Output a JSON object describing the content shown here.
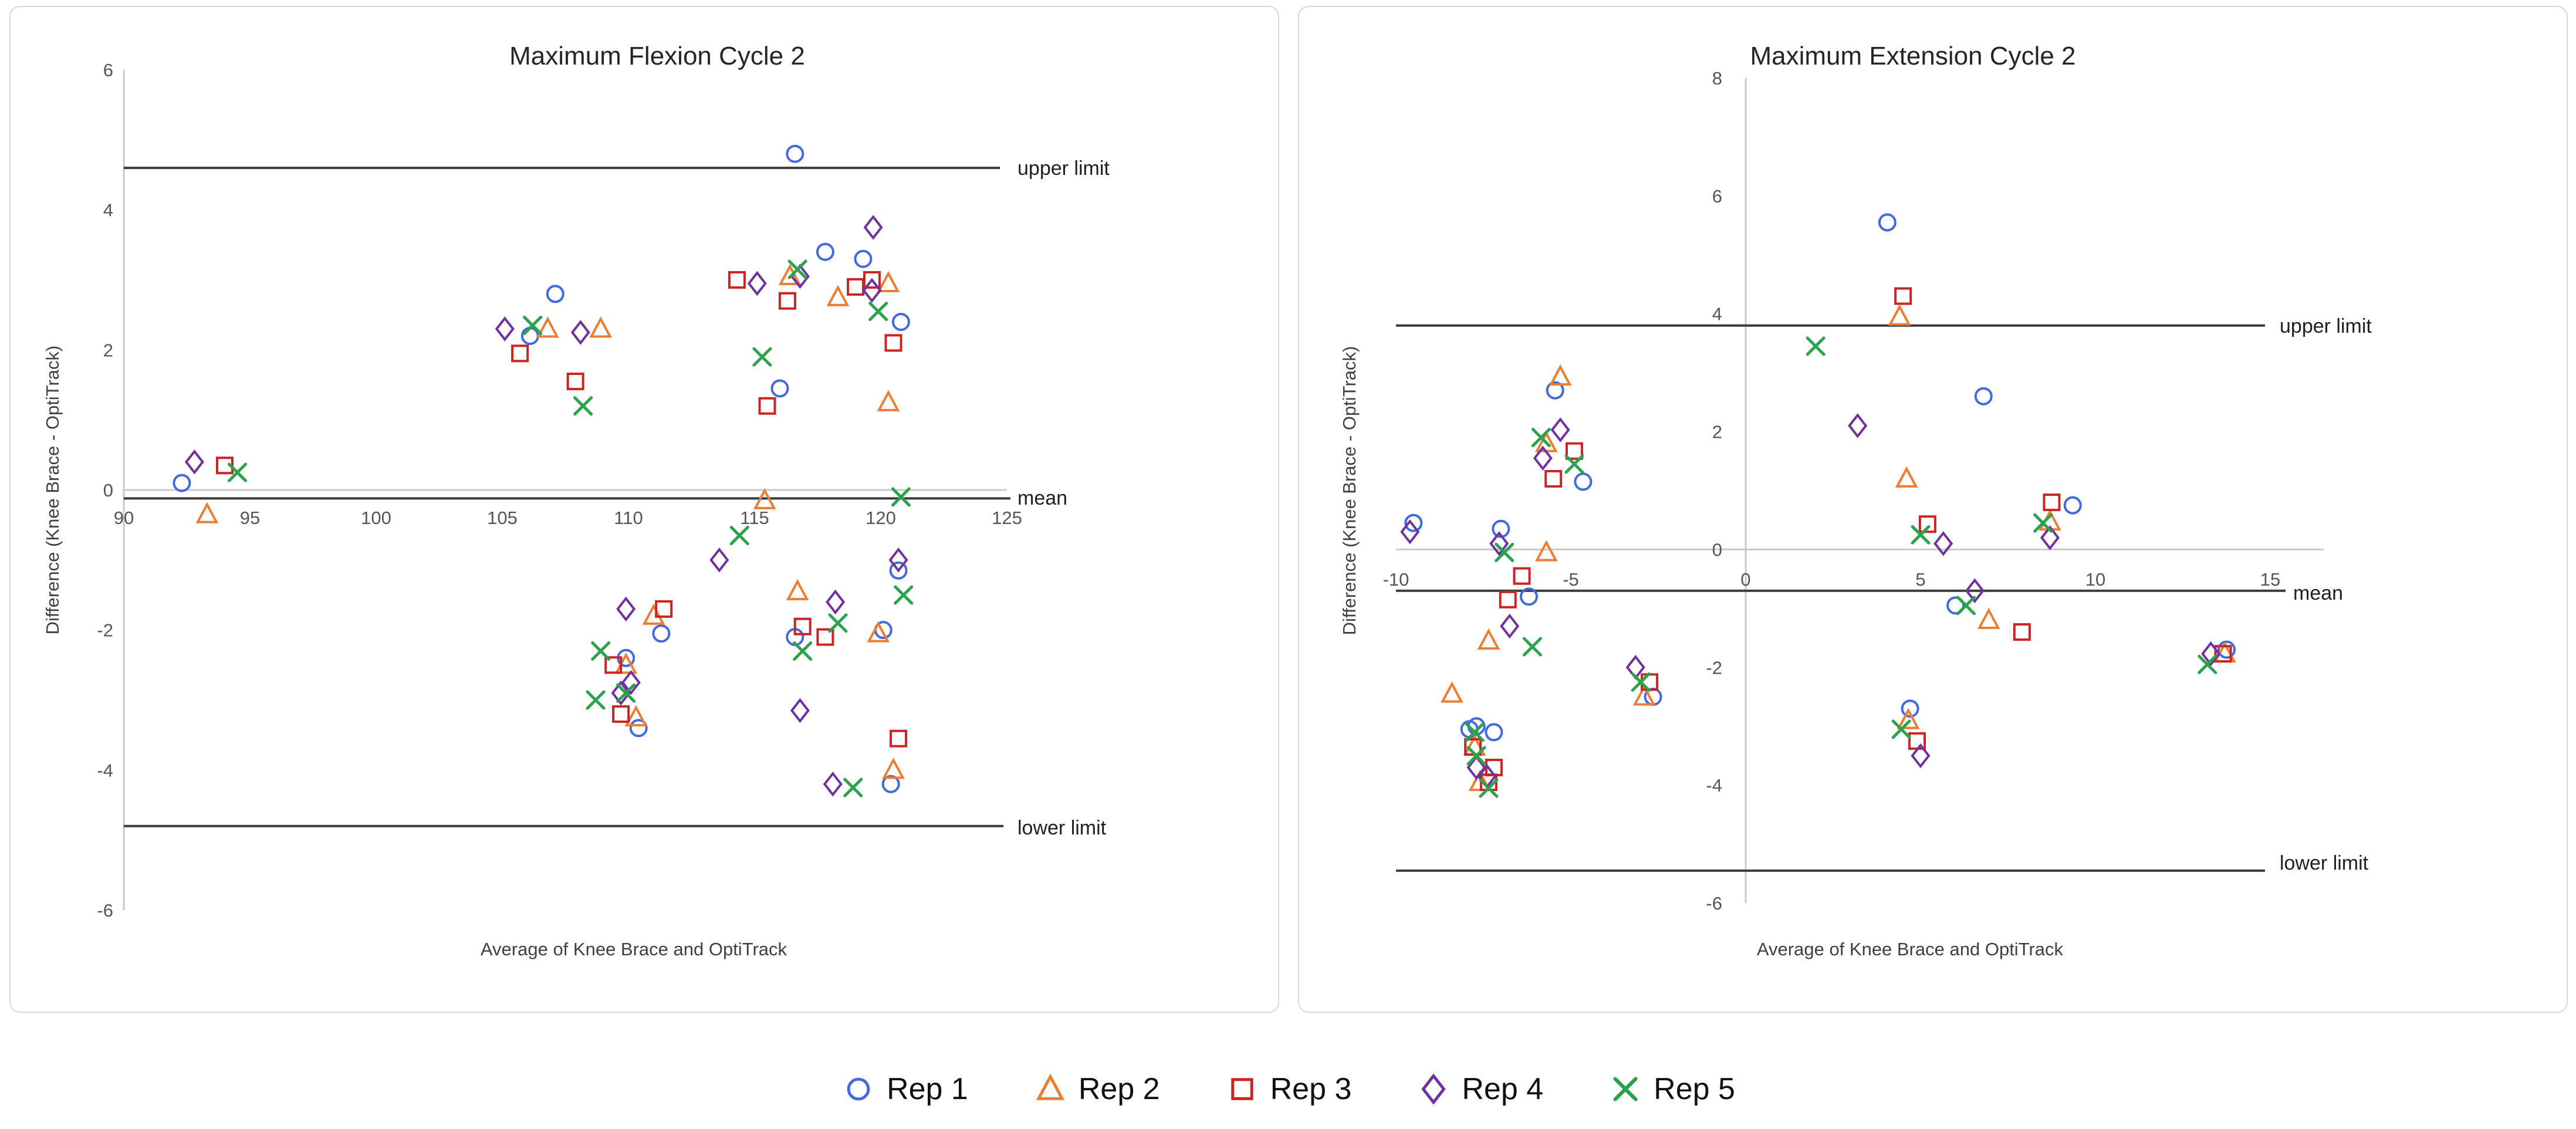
{
  "figure": {
    "background": "#ffffff",
    "accent_colors": {
      "rep1_blue": "#4169E1",
      "rep2_orange": "#ED7D31",
      "rep3_red": "#CB2424",
      "rep4_purple": "#7030A0",
      "rep5_green": "#2AA34C"
    }
  },
  "legend": {
    "items": [
      {
        "label": "Rep 1",
        "marker": "circle",
        "color": "#4169E1"
      },
      {
        "label": "Rep 2",
        "marker": "triangle",
        "color": "#ED7D31"
      },
      {
        "label": "Rep 3",
        "marker": "square",
        "color": "#CB2424"
      },
      {
        "label": "Rep 4",
        "marker": "diamond",
        "color": "#7030A0"
      },
      {
        "label": "Rep 5",
        "marker": "x",
        "color": "#2AA34C"
      }
    ]
  },
  "chart_data": [
    {
      "type": "scatter",
      "title": "Maximum Flexion Cycle 2",
      "xlabel": "Average of Knee Brace and OptiTrack",
      "ylabel": "Difference (Knee Brace - OptiTrack)",
      "xlim": [
        90,
        125
      ],
      "ylim": [
        -6,
        6
      ],
      "x_ticks": [
        90,
        95,
        100,
        105,
        110,
        115,
        120,
        125
      ],
      "y_ticks": [
        6,
        4,
        2,
        0,
        -2,
        -4,
        -6
      ],
      "grid": false,
      "lines": {
        "upper_limit": 4.6,
        "mean": -0.12,
        "lower_limit": -4.8
      },
      "line_labels": {
        "upper": "upper limit",
        "mean": "mean",
        "lower": "lower limit"
      },
      "series": [
        {
          "name": "Rep 1",
          "marker": "circle",
          "color": "#4169E1",
          "points": [
            [
              92.3,
              0.1
            ],
            [
              106.1,
              2.2
            ],
            [
              107.1,
              2.8
            ],
            [
              109.9,
              -2.4
            ],
            [
              110.4,
              -3.4
            ],
            [
              111.3,
              -2.05
            ],
            [
              116.0,
              1.45
            ],
            [
              116.6,
              4.8
            ],
            [
              116.6,
              -2.1
            ],
            [
              117.8,
              3.4
            ],
            [
              119.3,
              3.3
            ],
            [
              120.1,
              -2.0
            ],
            [
              120.4,
              -4.2
            ],
            [
              120.7,
              -1.15
            ],
            [
              120.8,
              2.4
            ]
          ]
        },
        {
          "name": "Rep 2",
          "marker": "triangle",
          "color": "#ED7D31",
          "points": [
            [
              93.3,
              -0.35
            ],
            [
              106.8,
              2.3
            ],
            [
              108.9,
              2.3
            ],
            [
              109.9,
              -2.5
            ],
            [
              110.3,
              -3.25
            ],
            [
              111.0,
              -1.8
            ],
            [
              115.4,
              -0.15
            ],
            [
              116.4,
              3.05
            ],
            [
              116.7,
              -1.45
            ],
            [
              118.3,
              2.75
            ],
            [
              119.9,
              -2.05
            ],
            [
              120.3,
              2.95
            ],
            [
              120.3,
              1.25
            ],
            [
              120.5,
              -4.0
            ]
          ]
        },
        {
          "name": "Rep 3",
          "marker": "square",
          "color": "#CB2424",
          "points": [
            [
              94.0,
              0.35
            ],
            [
              105.7,
              1.95
            ],
            [
              107.9,
              1.55
            ],
            [
              109.4,
              -2.5
            ],
            [
              109.7,
              -3.2
            ],
            [
              111.4,
              -1.7
            ],
            [
              114.3,
              3.0
            ],
            [
              115.5,
              1.2
            ],
            [
              116.3,
              2.7
            ],
            [
              116.9,
              -1.95
            ],
            [
              117.8,
              -2.1
            ],
            [
              119.0,
              2.9
            ],
            [
              119.65,
              3.0
            ],
            [
              120.5,
              2.1
            ],
            [
              120.7,
              -3.55
            ]
          ]
        },
        {
          "name": "Rep 4",
          "marker": "diamond",
          "color": "#7030A0",
          "points": [
            [
              92.8,
              0.4
            ],
            [
              105.1,
              2.3
            ],
            [
              108.1,
              2.25
            ],
            [
              109.7,
              -2.9
            ],
            [
              109.9,
              -1.7
            ],
            [
              110.1,
              -2.75
            ],
            [
              113.6,
              -1.0
            ],
            [
              115.1,
              2.95
            ],
            [
              116.8,
              3.05
            ],
            [
              116.8,
              -3.15
            ],
            [
              118.1,
              -4.2
            ],
            [
              118.2,
              -1.6
            ],
            [
              119.65,
              2.85
            ],
            [
              119.7,
              3.75
            ],
            [
              120.7,
              -1.0
            ]
          ]
        },
        {
          "name": "Rep 5",
          "marker": "x",
          "color": "#2AA34C",
          "points": [
            [
              94.5,
              0.25
            ],
            [
              106.2,
              2.35
            ],
            [
              108.2,
              1.2
            ],
            [
              108.7,
              -3.0
            ],
            [
              108.9,
              -2.3
            ],
            [
              109.9,
              -2.9
            ],
            [
              114.4,
              -0.65
            ],
            [
              115.3,
              1.9
            ],
            [
              116.7,
              3.15
            ],
            [
              116.9,
              -2.3
            ],
            [
              118.3,
              -1.9
            ],
            [
              118.9,
              -4.25
            ],
            [
              119.9,
              2.55
            ],
            [
              120.8,
              -0.1
            ],
            [
              120.9,
              -1.5
            ]
          ]
        }
      ]
    },
    {
      "type": "scatter",
      "title": "Maximum Extension Cycle 2",
      "xlabel": "Average of Knee Brace and OptiTrack",
      "ylabel": "Difference (Knee Brace - OptiTrack)",
      "xlim": [
        -10,
        15
      ],
      "ylim": [
        -6,
        8
      ],
      "x_ticks": [
        -10,
        -5,
        0,
        5,
        10,
        15
      ],
      "y_ticks": [
        8,
        6,
        4,
        2,
        0,
        -2,
        -4,
        -6
      ],
      "grid": false,
      "lines": {
        "upper_limit": 3.8,
        "mean": -0.7,
        "lower_limit": -5.45
      },
      "line_labels": {
        "upper": "upper limit",
        "mean": "mean",
        "lower": "lower limit"
      },
      "series": [
        {
          "name": "Rep 1",
          "marker": "circle",
          "color": "#4169E1",
          "points": [
            [
              -9.5,
              0.45
            ],
            [
              -7.9,
              -3.05
            ],
            [
              -7.7,
              -3.0
            ],
            [
              -7.2,
              -3.1
            ],
            [
              -7.0,
              0.35
            ],
            [
              -6.2,
              -0.8
            ],
            [
              -5.45,
              2.7
            ],
            [
              -4.65,
              1.15
            ],
            [
              -2.65,
              -2.5
            ],
            [
              4.05,
              5.55
            ],
            [
              4.7,
              -2.7
            ],
            [
              6.0,
              -0.95
            ],
            [
              6.8,
              2.6
            ],
            [
              9.35,
              0.75
            ],
            [
              13.75,
              -1.7
            ]
          ]
        },
        {
          "name": "Rep 2",
          "marker": "triangle",
          "color": "#ED7D31",
          "points": [
            [
              -8.4,
              -2.45
            ],
            [
              -7.75,
              -3.35
            ],
            [
              -7.6,
              -3.95
            ],
            [
              -7.35,
              -1.55
            ],
            [
              -5.7,
              -0.05
            ],
            [
              -5.7,
              1.8
            ],
            [
              -5.3,
              2.93
            ],
            [
              -2.9,
              -2.5
            ],
            [
              4.4,
              3.95
            ],
            [
              4.6,
              1.2
            ],
            [
              4.65,
              -2.9
            ],
            [
              6.95,
              -1.2
            ],
            [
              8.7,
              0.47
            ],
            [
              13.7,
              -1.77
            ]
          ]
        },
        {
          "name": "Rep 3",
          "marker": "square",
          "color": "#CB2424",
          "points": [
            [
              -7.8,
              -3.35
            ],
            [
              -7.35,
              -3.95
            ],
            [
              -7.2,
              -3.7
            ],
            [
              -6.8,
              -0.85
            ],
            [
              -6.4,
              -0.45
            ],
            [
              -5.5,
              1.2
            ],
            [
              -4.9,
              1.67
            ],
            [
              -2.75,
              -2.25
            ],
            [
              4.5,
              4.3
            ],
            [
              4.9,
              -3.25
            ],
            [
              5.2,
              0.43
            ],
            [
              7.9,
              -1.4
            ],
            [
              8.75,
              0.8
            ],
            [
              13.65,
              -1.77
            ]
          ]
        },
        {
          "name": "Rep 4",
          "marker": "diamond",
          "color": "#7030A0",
          "points": [
            [
              -9.6,
              0.3
            ],
            [
              -7.7,
              -3.7
            ],
            [
              -7.4,
              -3.85
            ],
            [
              -7.05,
              0.1
            ],
            [
              -6.75,
              -1.3
            ],
            [
              -5.8,
              1.55
            ],
            [
              -5.3,
              2.03
            ],
            [
              -3.15,
              -2.0
            ],
            [
              3.2,
              2.1
            ],
            [
              5.0,
              -3.5
            ],
            [
              5.65,
              0.1
            ],
            [
              6.55,
              -0.7
            ],
            [
              8.7,
              0.2
            ],
            [
              13.3,
              -1.77
            ]
          ]
        },
        {
          "name": "Rep 5",
          "marker": "x",
          "color": "#2AA34C",
          "points": [
            [
              -7.75,
              -3.1
            ],
            [
              -7.7,
              -3.5
            ],
            [
              -7.35,
              -4.05
            ],
            [
              -6.9,
              -0.05
            ],
            [
              -6.1,
              -1.65
            ],
            [
              -5.85,
              1.9
            ],
            [
              -4.9,
              1.45
            ],
            [
              -3.0,
              -2.25
            ],
            [
              2.0,
              3.45
            ],
            [
              4.45,
              -3.05
            ],
            [
              5.0,
              0.25
            ],
            [
              6.3,
              -0.95
            ],
            [
              8.5,
              0.45
            ],
            [
              13.2,
              -1.95
            ]
          ]
        }
      ]
    }
  ]
}
